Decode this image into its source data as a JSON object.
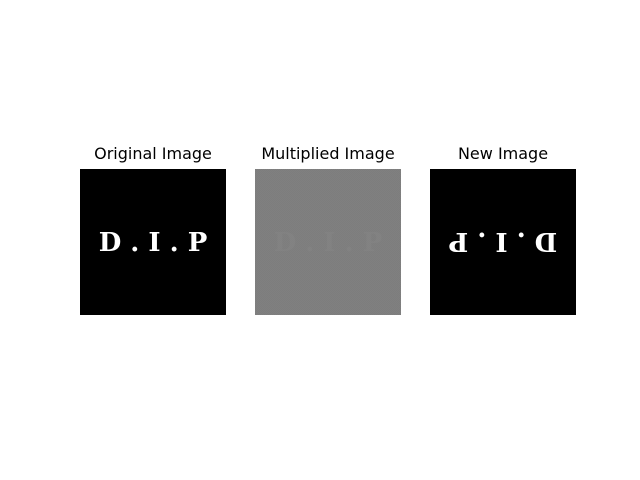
{
  "panels": [
    {
      "title": "Original Image",
      "text": "D . I . P",
      "background": "#000000",
      "text_color": "#ffffff",
      "transform": "none"
    },
    {
      "title": "Multiplied Image",
      "text": "D . I . P",
      "background": "#808080",
      "text_color": "#858585",
      "transform": "none"
    },
    {
      "title": "New Image",
      "text": "D . I . P",
      "background": "#000000",
      "text_color": "#ffffff",
      "transform": "rotate-180"
    }
  ]
}
